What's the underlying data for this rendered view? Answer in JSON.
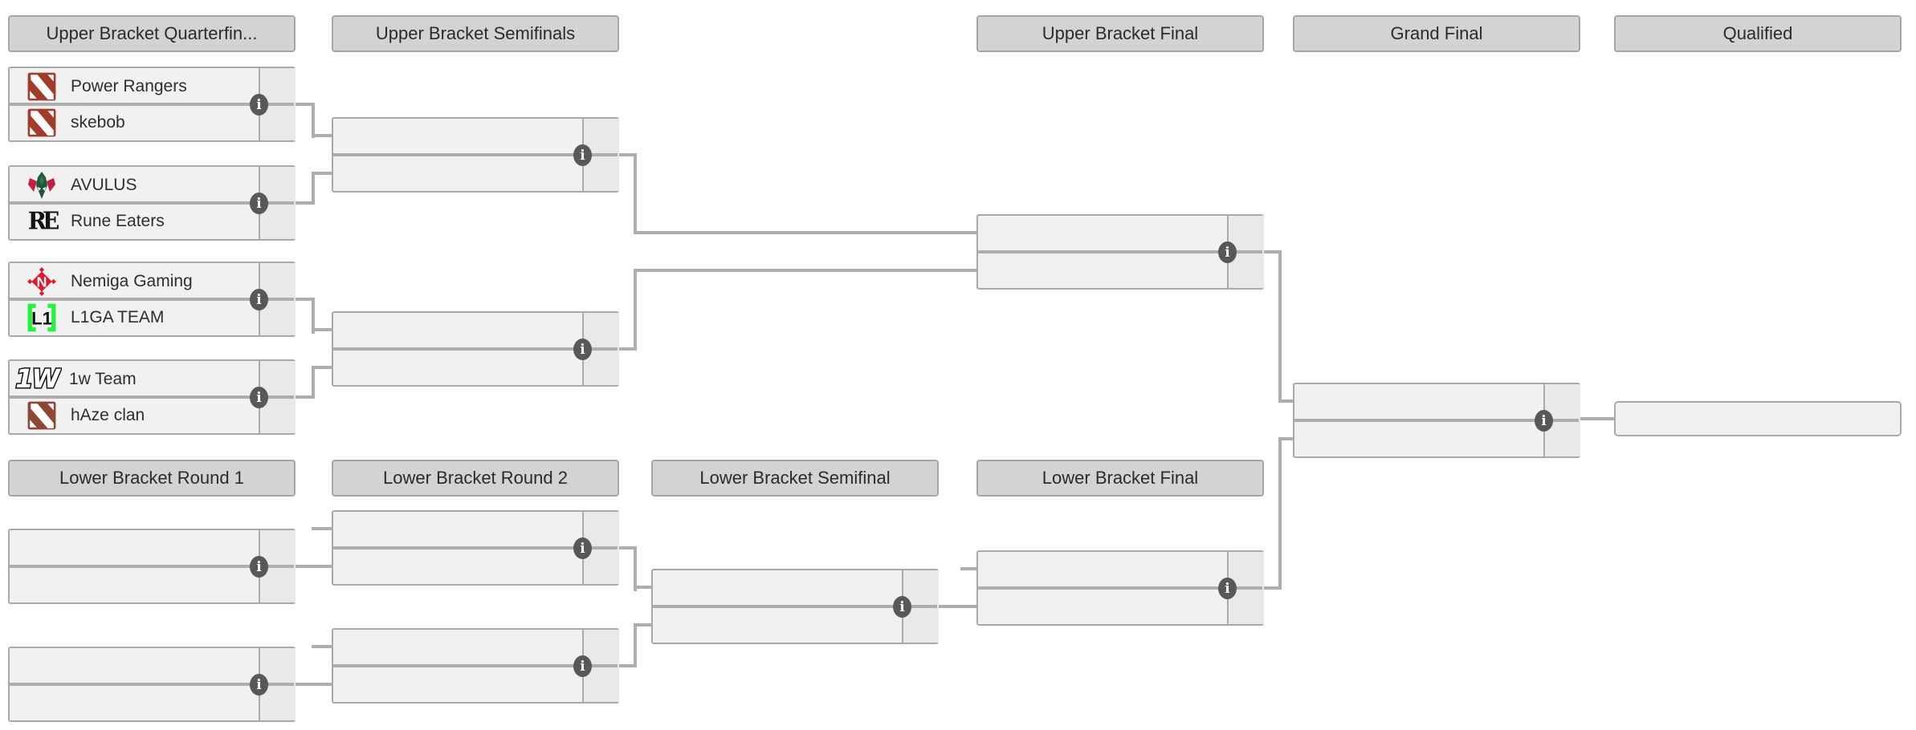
{
  "headers": {
    "ub_quarterfinals": "Upper Bracket Quarterfin...",
    "ub_semifinals": "Upper Bracket Semifinals",
    "ub_final": "Upper Bracket Final",
    "grand_final": "Grand Final",
    "qualified": "Qualified",
    "lb_round1": "Lower Bracket Round 1",
    "lb_round2": "Lower Bracket Round 2",
    "lb_semifinal": "Lower Bracket Semifinal",
    "lb_final": "Lower Bracket Final"
  },
  "matches": {
    "ub_qf1": {
      "top": {
        "name": "Power Rangers"
      },
      "bottom": {
        "name": "skebob"
      }
    },
    "ub_qf2": {
      "top": {
        "name": "AVULUS"
      },
      "bottom": {
        "name": "Rune Eaters"
      }
    },
    "ub_qf3": {
      "top": {
        "name": "Nemiga Gaming"
      },
      "bottom": {
        "name": "L1GA TEAM"
      }
    },
    "ub_qf4": {
      "top": {
        "name": "1w Team"
      },
      "bottom": {
        "name": "hAze clan"
      }
    },
    "ub_sf1": {
      "top": {
        "name": ""
      },
      "bottom": {
        "name": ""
      }
    },
    "ub_sf2": {
      "top": {
        "name": ""
      },
      "bottom": {
        "name": ""
      }
    },
    "ub_final": {
      "top": {
        "name": ""
      },
      "bottom": {
        "name": ""
      }
    },
    "grand_final": {
      "top": {
        "name": ""
      },
      "bottom": {
        "name": ""
      }
    },
    "lb_r1m1": {
      "top": {
        "name": ""
      },
      "bottom": {
        "name": ""
      }
    },
    "lb_r1m2": {
      "top": {
        "name": ""
      },
      "bottom": {
        "name": ""
      }
    },
    "lb_r2m1": {
      "top": {
        "name": ""
      },
      "bottom": {
        "name": ""
      }
    },
    "lb_r2m2": {
      "top": {
        "name": ""
      },
      "bottom": {
        "name": ""
      }
    },
    "lb_sf": {
      "top": {
        "name": ""
      },
      "bottom": {
        "name": ""
      }
    },
    "lb_final": {
      "top": {
        "name": ""
      },
      "bottom": {
        "name": ""
      }
    },
    "qualified_slot": {
      "name": ""
    }
  },
  "glyphs": {
    "info": "i",
    "rune_eaters_monogram": "RE",
    "l1ga_monogram": "L1",
    "one_w_monogram": "1W",
    "nemiga_letter": "N"
  },
  "colors": {
    "header_bg": "#d3d3d3",
    "header_border": "#a6a6a6",
    "box_bg": "#f1f1f1",
    "box_border": "#a9a9a9",
    "score_cell_bg": "#e9e9e9",
    "connector": "#aeaeae",
    "info_icon_bg": "#58585a",
    "dota_logo_red": "#a23c2a",
    "dota_logo_red_muted": "#8e4636",
    "nemiga_red": "#e01b2e",
    "l1ga_green": "#24f23c",
    "avulus_green": "#1e5a39",
    "avulus_red": "#c21f43"
  }
}
